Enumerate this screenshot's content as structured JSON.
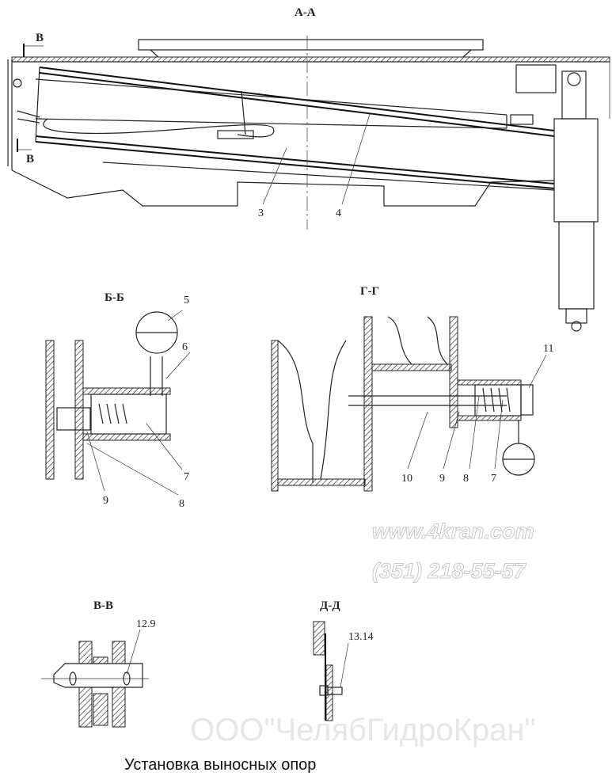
{
  "sections": {
    "aa": "А-А",
    "bb": "Б-Б",
    "gg": "Г-Г",
    "vv": "В-В",
    "dd": "Д-Д",
    "marker_top": "В",
    "marker_bottom": "В"
  },
  "callouts": {
    "aa": [
      "3",
      "4"
    ],
    "bb": [
      "5",
      "6",
      "7",
      "8",
      "9"
    ],
    "gg": [
      "11",
      "10",
      "9",
      "8",
      "7"
    ],
    "vv": [
      "12.9"
    ],
    "dd": [
      "13.14"
    ]
  },
  "title": "Установка выносных опор",
  "watermarks": {
    "site": "www.4kran.com",
    "phone": "(351) 218-55-57",
    "company": "ООО\"ЧелябГидроКран\""
  }
}
